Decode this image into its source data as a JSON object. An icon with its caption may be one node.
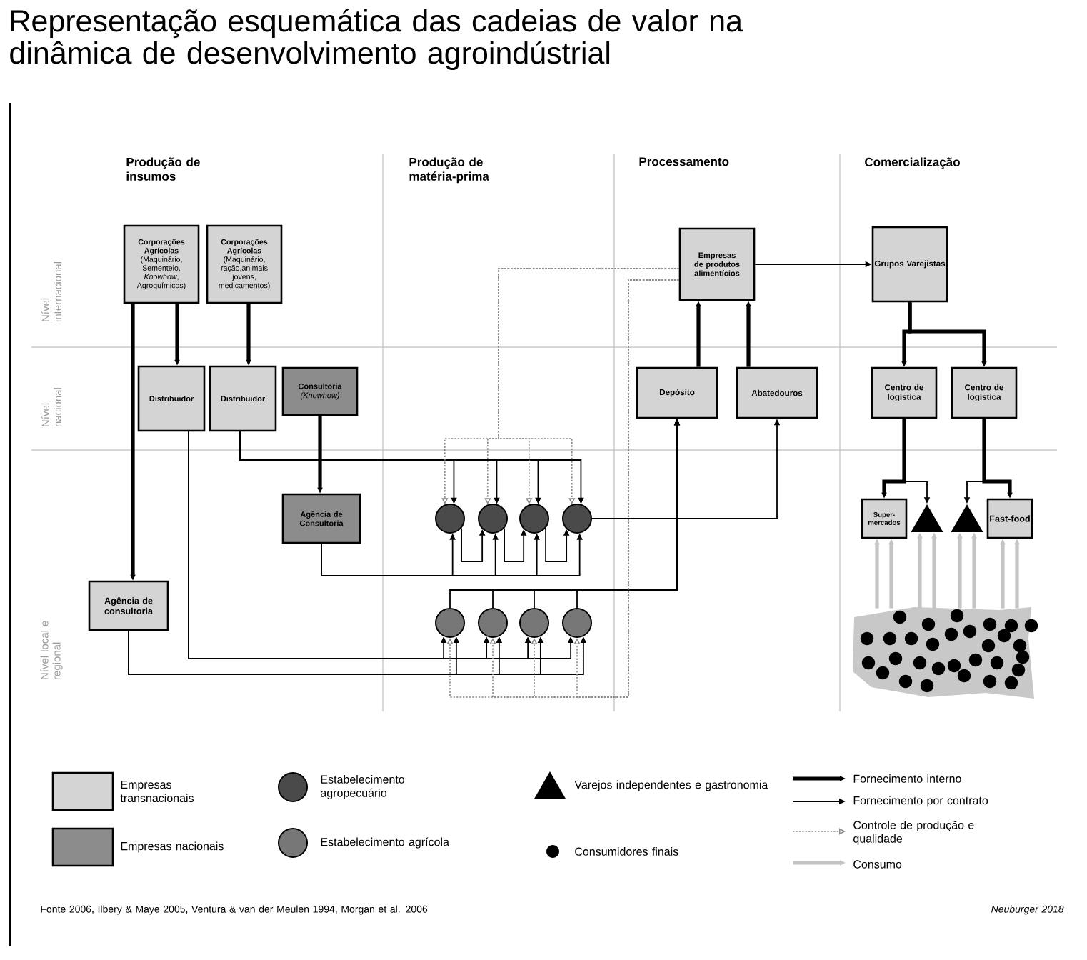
{
  "diagram": {
    "title": "Representação esquemática das cadeias de valor na dinâmica de desenvolvimento agroindústrial",
    "nodes": [
      {
        "text": [
          "Corporações Agrícolas",
          "(Maquinário, Sementeio, *Knowhow*, Agroquímicos)"
        ]
      },
      {
        "text": [
          "Corporações Agrícolas",
          "(Maquinário, ração,animais jovens, medicamentos)"
        ]
      },
      {
        "text": [
          "Distribuidor"
        ]
      },
      {
        "text": [
          "Distribuidor"
        ]
      },
      {
        "text": [
          "Consultoria",
          "(Knowhow)"
        ]
      },
      {
        "text": [
          "Agência de Consultoria"
        ]
      },
      {
        "text": [
          "Agência de consultoria"
        ]
      },
      {
        "text": [],
        "shape": "circle"
      },
      {
        "text": [],
        "shape": "circle"
      },
      {
        "text": [],
        "shape": "circle"
      },
      {
        "text": [],
        "shape": "circle"
      },
      {
        "text": [],
        "shape": "circle"
      },
      {
        "text": [],
        "shape": "circle"
      },
      {
        "text": [],
        "shape": "circle"
      },
      {
        "text": [],
        "shape": "circle"
      },
      {
        "text": [
          "Empresas de produtos alimentícios"
        ]
      },
      {
        "text": [
          "Depósito"
        ]
      },
      {
        "text": [
          "Abatedouros"
        ]
      },
      {
        "text": [
          "Grupos Varejistas"
        ]
      },
      {
        "text": [
          "Centro de logística"
        ]
      },
      {
        "text": [
          "Centro de logística"
        ]
      },
      {
        "text": [
          "Super-mercados"
        ]
      },
      {
        "text": [],
        "shape": "triangle"
      },
      {
        "text": [],
        "shape": "triangle"
      },
      {
        "text": [
          "Fast-food"
        ]
      },
      {
        "text": [],
        "shape": "picture"
      }
    ],
    "edges": [
      {
        "from": 0,
        "to": 2,
        "arrow": "to",
        "style": "thick"
      },
      {
        "from": 1,
        "to": 3,
        "arrow": "to",
        "style": "thick"
      },
      {
        "from": 0,
        "to": 6,
        "arrow": "to",
        "style": "thick"
      },
      {
        "from": 4,
        "to": 5,
        "arrow": "to",
        "style": "thick"
      },
      {
        "from": 3,
        "to": 7,
        "arrow": "to"
      },
      {
        "from": 3,
        "to": 8,
        "arrow": "to"
      },
      {
        "from": 3,
        "to": 9,
        "arrow": "to"
      },
      {
        "from": 3,
        "to": 10,
        "arrow": "to"
      },
      {
        "from": 5,
        "to": 7,
        "arrow": "to"
      },
      {
        "from": 5,
        "to": 8,
        "arrow": "to"
      },
      {
        "from": 5,
        "to": 9,
        "arrow": "to"
      },
      {
        "from": 5,
        "to": 10,
        "arrow": "to"
      },
      {
        "from": 7,
        "to": 8,
        "arrow": "to"
      },
      {
        "from": 8,
        "to": 9,
        "arrow": "to"
      },
      {
        "from": 9,
        "to": 10,
        "arrow": "to"
      },
      {
        "from": 10,
        "to": 17,
        "arrow": "to"
      },
      {
        "from": 2,
        "to": 11,
        "arrow": "to"
      },
      {
        "from": 2,
        "to": 12,
        "arrow": "to"
      },
      {
        "from": 2,
        "to": 13,
        "arrow": "to"
      },
      {
        "from": 2,
        "to": 14,
        "arrow": "to"
      },
      {
        "from": 6,
        "to": 11,
        "arrow": "to"
      },
      {
        "from": 6,
        "to": 12,
        "arrow": "to"
      },
      {
        "from": 6,
        "to": 13,
        "arrow": "to"
      },
      {
        "from": 6,
        "to": 14,
        "arrow": "to"
      },
      {
        "from": 11,
        "to": 16,
        "arrow": "to"
      },
      {
        "from": 12,
        "to": 16,
        "arrow": "to"
      },
      {
        "from": 13,
        "to": 16,
        "arrow": "to"
      },
      {
        "from": 14,
        "to": 16,
        "arrow": "to"
      },
      {
        "from": 15,
        "to": 7,
        "arrow": "to",
        "style": "dashed",
        "color": "#8c8c8c"
      },
      {
        "from": 15,
        "to": 8,
        "arrow": "to",
        "style": "dashed",
        "color": "#8c8c8c"
      },
      {
        "from": 15,
        "to": 9,
        "arrow": "to",
        "style": "dashed",
        "color": "#8c8c8c"
      },
      {
        "from": 15,
        "to": 10,
        "arrow": "to",
        "style": "dashed",
        "color": "#8c8c8c"
      },
      {
        "from": 15,
        "to": 11,
        "arrow": "to",
        "style": "dashed",
        "color": "#8c8c8c"
      },
      {
        "from": 15,
        "to": 12,
        "arrow": "to",
        "style": "dashed",
        "color": "#8c8c8c"
      },
      {
        "from": 15,
        "to": 13,
        "arrow": "to",
        "style": "dashed",
        "color": "#8c8c8c"
      },
      {
        "from": 15,
        "to": 14,
        "arrow": "to",
        "style": "dashed",
        "color": "#8c8c8c"
      },
      {
        "from": 16,
        "to": 15,
        "arrow": "to",
        "style": "thick"
      },
      {
        "from": 17,
        "to": 15,
        "arrow": "to",
        "style": "thick"
      },
      {
        "from": 15,
        "to": 18,
        "arrow": "to"
      },
      {
        "from": 18,
        "to": 19,
        "arrow": "to",
        "style": "thick"
      },
      {
        "from": 18,
        "to": 20,
        "arrow": "to",
        "style": "thick"
      },
      {
        "from": 19,
        "to": 21,
        "arrow": "to",
        "style": "thick"
      },
      {
        "from": 19,
        "to": 22,
        "arrow": "to"
      },
      {
        "from": 20,
        "to": 23,
        "arrow": "to"
      },
      {
        "from": 20,
        "to": 24,
        "arrow": "to",
        "style": "thick"
      },
      {
        "from": 25,
        "to": 21,
        "arrow": "to",
        "style": "thick",
        "color": "#c4c4c4"
      },
      {
        "from": 25,
        "to": 21,
        "arrow": "to",
        "style": "thick",
        "color": "#c4c4c4"
      },
      {
        "from": 25,
        "to": 22,
        "arrow": "to",
        "style": "thick",
        "color": "#c4c4c4"
      },
      {
        "from": 25,
        "to": 22,
        "arrow": "to",
        "style": "thick",
        "color": "#c4c4c4"
      },
      {
        "from": 25,
        "to": 23,
        "arrow": "to",
        "style": "thick",
        "color": "#c4c4c4"
      },
      {
        "from": 25,
        "to": 23,
        "arrow": "to",
        "style": "thick",
        "color": "#c4c4c4"
      },
      {
        "from": 25,
        "to": 24,
        "arrow": "to",
        "style": "thick",
        "color": "#c4c4c4"
      },
      {
        "from": 25,
        "to": 24,
        "arrow": "to",
        "style": "thick",
        "color": "#c4c4c4"
      }
    ],
    "labels": [
      "Produção de insumos",
      "Produção de matéria-prima",
      "Processamento",
      "Comercialização",
      "Nível internacional",
      "Nível nacional",
      "Nível local e regional",
      "Fonte 2006, Ilbery & Maye 2005, Ventura & van der Meulen 1994, Morgan et al. 2006",
      "Neuburger 2018"
    ],
    "legend": [
      {
        "text": "Empresas transnacionais",
        "color": "#d4d4d4"
      },
      {
        "text": "Empresas nacionais",
        "color": "#8c8c8c"
      },
      {
        "text": "Estabelecimento agropecuário"
      },
      {
        "text": "Estabelecimento agrícola"
      },
      {
        "text": "Varejos independentes e gastronomia"
      },
      {
        "text": "Consumidores finais"
      },
      {
        "text": "Fornecimento interno"
      },
      {
        "text": "Fornecimento por contrato"
      },
      {
        "text": "Controle de produção e qualidade"
      },
      {
        "text": "Consumo"
      }
    ]
  }
}
